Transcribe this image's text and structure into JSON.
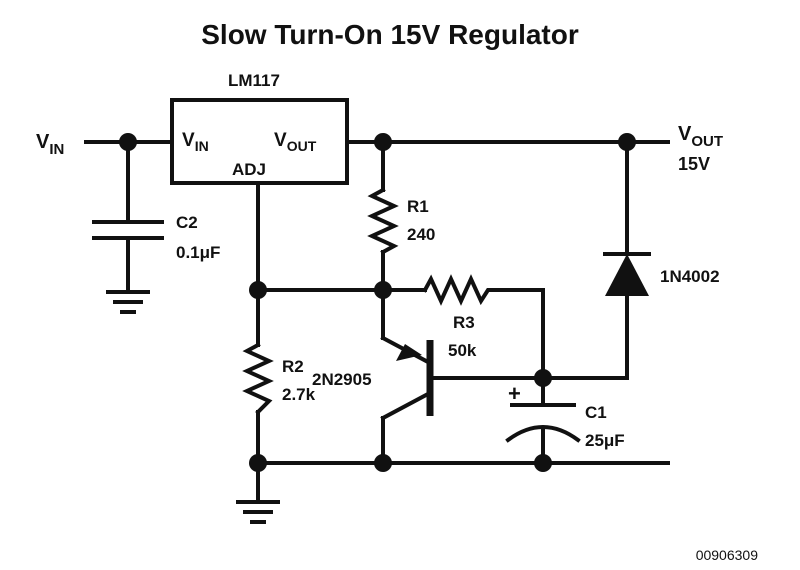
{
  "title": "Slow Turn-On 15V Regulator",
  "figure_id": "00906309",
  "regulator": {
    "part": "LM117",
    "pin_in": {
      "main": "V",
      "sub": "IN"
    },
    "pin_out": {
      "main": "V",
      "sub": "OUT"
    },
    "pin_adj": "ADJ"
  },
  "input_label": {
    "main": "V",
    "sub": "IN"
  },
  "output_label": {
    "main": "V",
    "sub": "OUT",
    "value": "15V"
  },
  "c2": {
    "name": "C2",
    "value": "0.1μF"
  },
  "r1": {
    "name": "R1",
    "value": "240"
  },
  "r2": {
    "name": "R2",
    "value": "2.7k"
  },
  "r3": {
    "name": "R3",
    "value": "50k"
  },
  "c1": {
    "name": "C1",
    "value": "25μF",
    "polarity": "+"
  },
  "transistor": {
    "name": "2N2905"
  },
  "diode": {
    "name": "1N4002"
  }
}
